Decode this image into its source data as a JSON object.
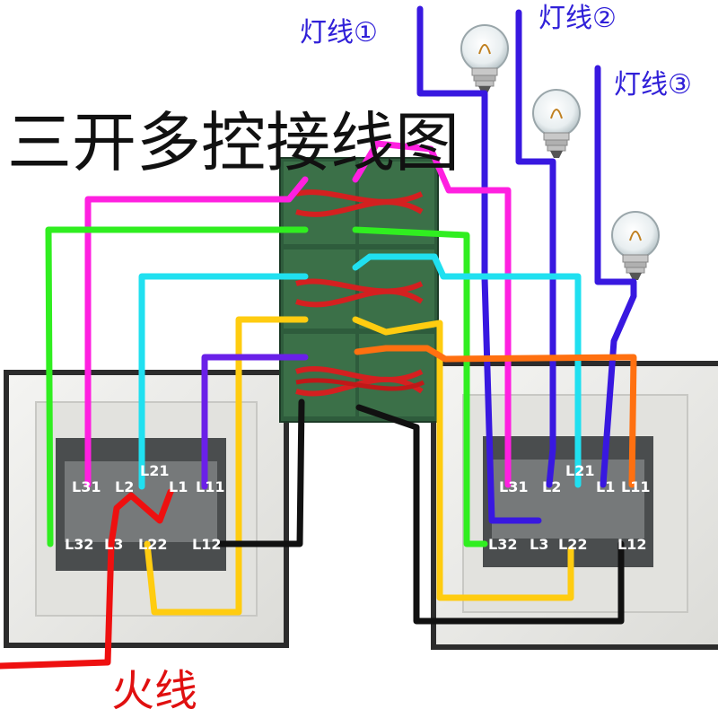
{
  "title": "三开多控接线图",
  "lamp_labels": [
    "灯线①",
    "灯线②",
    "灯线③"
  ],
  "live_label": "火线",
  "left_switch": {
    "top_terminals": [
      "L31",
      "L2",
      "L21",
      "L1",
      "L11"
    ],
    "bottom_terminals": [
      "L32",
      "L3",
      "L22",
      "L12"
    ]
  },
  "right_switch": {
    "top_terminals": [
      "L31",
      "L2",
      "L21",
      "L1",
      "L11"
    ],
    "bottom_terminals": [
      "L32",
      "L3",
      "L22",
      "L12"
    ]
  },
  "wire_colors": {
    "magenta": "#ff20e0",
    "green": "#30ee20",
    "cyan": "#20e0f0",
    "yellow": "#ffcc10",
    "purple": "#6a20e8",
    "orange": "#ff7010",
    "black": "#111111",
    "red": "#ee1010",
    "lamp_blue": "#3818e0"
  }
}
